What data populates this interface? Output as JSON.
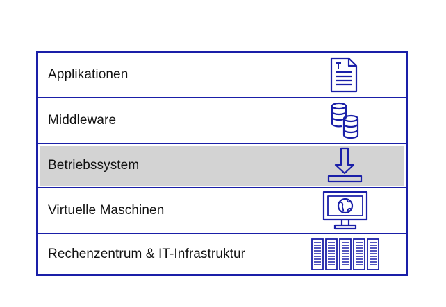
{
  "colors": {
    "accent": "#1a1fa8",
    "highlight": "#d3d3d3",
    "text": "#111111"
  },
  "layers": [
    {
      "label": "Applikationen",
      "icon": "document-icon",
      "highlighted": false
    },
    {
      "label": "Middleware",
      "icon": "coin-stack-icon",
      "highlighted": false
    },
    {
      "label": "Betriebssystem",
      "icon": "download-tray-icon",
      "highlighted": true
    },
    {
      "label": "Virtuelle Maschinen",
      "icon": "monitor-globe-icon",
      "highlighted": false
    },
    {
      "label": "Rechenzentrum & IT-Infrastruktur",
      "icon": "server-rack-icon",
      "highlighted": false
    }
  ]
}
